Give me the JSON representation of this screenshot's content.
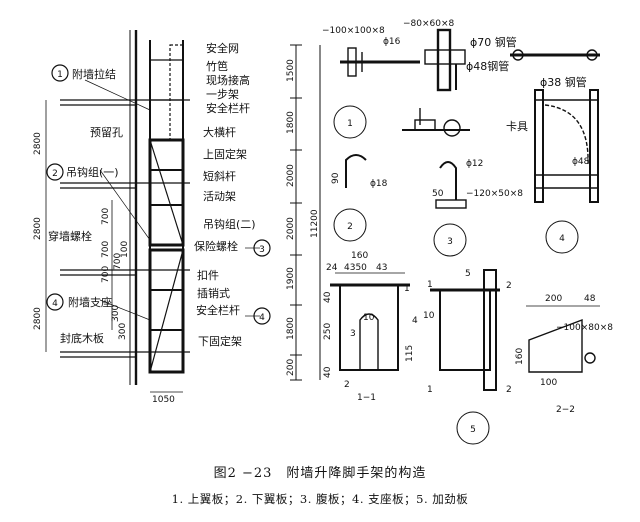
{
  "caption": {
    "title": "图2 −23　附墙升降脚手架的构造",
    "legend": "1. 上翼板；2. 下翼板；3. 腹板；4. 支座板；5. 加劲板"
  },
  "left_labels": {
    "safety_net": "安全网",
    "bamboo_fence": "竹笆",
    "site_raise_1": "现场接高",
    "site_raise_2": "一步架",
    "guardrail_top": "安全栏杆",
    "wall_tie": "附墙拉结",
    "big_cross_bar": "大横杆",
    "reserved_hole": "预留孔",
    "upper_fixed_frame": "上固定架",
    "hook_group_1": "吊钩组(一)",
    "short_brace": "短斜杆",
    "movable_frame": "活动架",
    "hook_group_2": "吊钩组(二)",
    "through_wall_bolt": "穿墙螺栓",
    "safety_bolt": "保险螺栓",
    "coupler": "扣件",
    "pin_insert": "插销式",
    "guardrail_bottom": "安全栏杆",
    "wall_support": "附墙支座",
    "bottom_board": "封底木板",
    "lower_fixed_frame": "下固定架"
  },
  "left_dims": [
    "2800",
    "2800",
    "2800",
    "700",
    "700",
    "700",
    "700",
    "100",
    "300",
    "300",
    "1050"
  ],
  "middle_dims": [
    "1500",
    "1800",
    "2000",
    "2000",
    "1900",
    "1800",
    "200",
    "11200"
  ],
  "circle_labels": [
    "1",
    "2",
    "3",
    "4",
    "5"
  ],
  "detail_labels": {
    "plate_a": "−100×100×8",
    "bar_16": "ϕ16",
    "plate_b": "−80×60×8",
    "pipe_70": "ϕ70 钢管",
    "pipe_48": "ϕ48钢管",
    "pipe_38": "ϕ38 钢管",
    "clamp": "卡具",
    "d48": "ϕ48",
    "d18": "ϕ18",
    "dim_90": "90",
    "d12": "ϕ12",
    "dim_50": "50",
    "plate_c": "−120×50×8",
    "dims_160": "160",
    "dims_24": "24",
    "dims_4350": "4350",
    "dims_43": "43",
    "dims_40a": "40",
    "dims_250": "250",
    "dims_115": "115",
    "dims_40b": "40",
    "dims_10a": "10",
    "dims_10b": "10",
    "section_11": "1−1",
    "dims_200": "200",
    "dims_48": "48",
    "plate_d": "−100×80×8",
    "dims_160b": "160",
    "dims_100": "100",
    "section_22": "2−2",
    "part1": "1",
    "part2": "2",
    "part3": "3",
    "part4": "4",
    "part5": "5",
    "mark1": "1",
    "mark2": "2",
    "mark2b": "2",
    "mark1b": "1",
    "mark2c": "2"
  },
  "colors": {
    "ink": "#111111",
    "background": "#ffffff"
  }
}
